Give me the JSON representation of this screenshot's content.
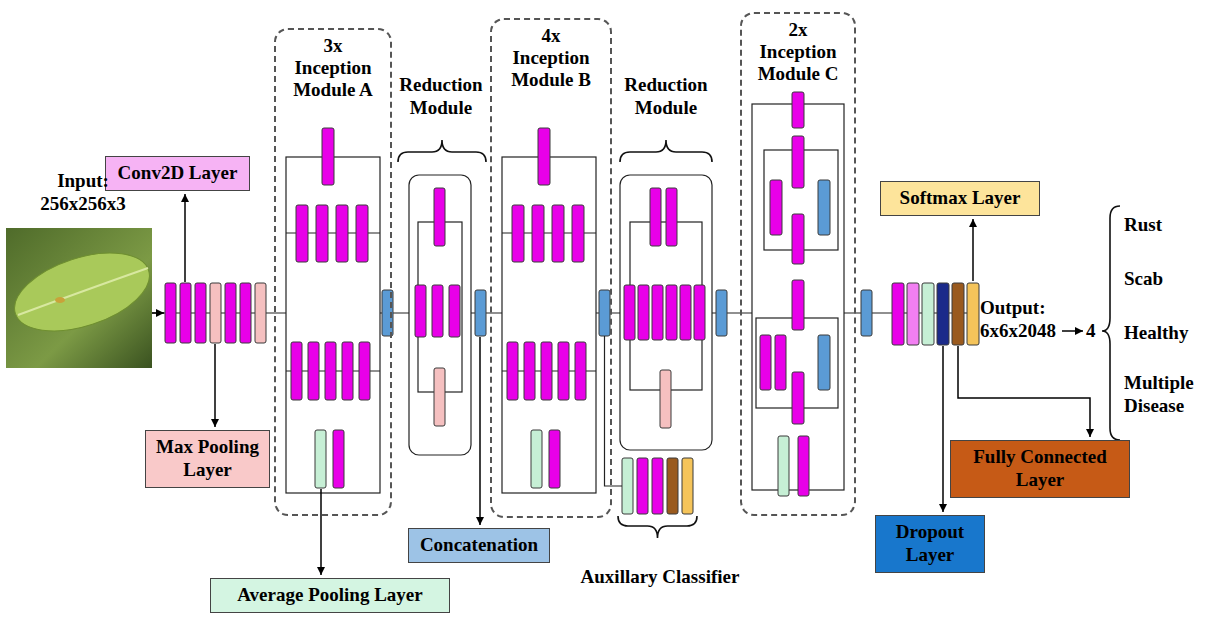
{
  "diagram": {
    "nodes": [
      {
        "text": [
          "Conv2D Layer"
        ]
      },
      {
        "text": [
          "Max Pooling Layer"
        ]
      },
      {
        "text": [
          "3x Inception Module A"
        ]
      },
      {
        "text": [
          "Average Pooling Layer"
        ]
      },
      {
        "text": [
          "Concatenation"
        ]
      },
      {
        "text": [
          "4x Inception Module B"
        ]
      },
      {
        "text": [
          "2x Inception Module C"
        ]
      },
      {
        "text": [
          "Softmax Layer"
        ]
      },
      {
        "text": [
          "Dropout Layer"
        ]
      },
      {
        "text": [
          "Fully Connected Layer"
        ]
      }
    ],
    "labels": [
      "Input: 256x256x3",
      "Reduction Module",
      "Reduction Module",
      "Auxillary Classifier",
      "Output: 6x6x2048",
      "4",
      "Rust",
      "Scab",
      "Healthy",
      "Multiple Disease"
    ]
  }
}
